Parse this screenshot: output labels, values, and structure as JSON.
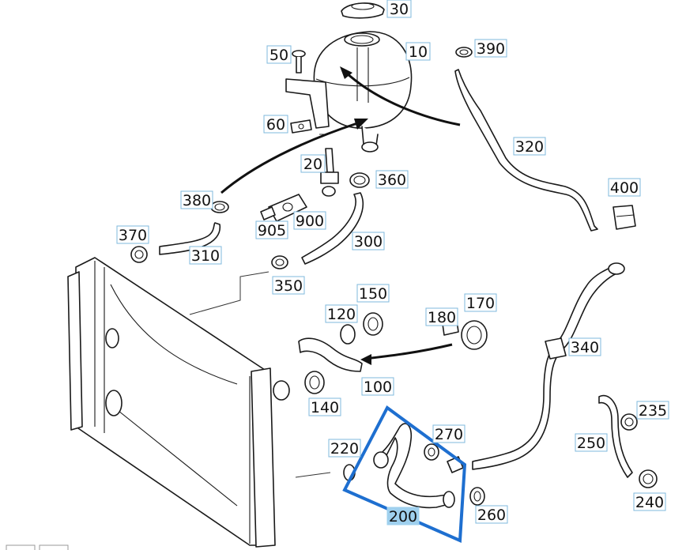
{
  "callouts": [
    {
      "id": "30",
      "label": "30"
    },
    {
      "id": "10",
      "label": "10"
    },
    {
      "id": "50",
      "label": "50"
    },
    {
      "id": "390",
      "label": "390"
    },
    {
      "id": "60",
      "label": "60"
    },
    {
      "id": "320",
      "label": "320"
    },
    {
      "id": "20",
      "label": "20"
    },
    {
      "id": "360",
      "label": "360"
    },
    {
      "id": "380",
      "label": "380"
    },
    {
      "id": "400",
      "label": "400"
    },
    {
      "id": "900",
      "label": "900"
    },
    {
      "id": "905",
      "label": "905"
    },
    {
      "id": "300",
      "label": "300"
    },
    {
      "id": "370",
      "label": "370"
    },
    {
      "id": "310",
      "label": "310"
    },
    {
      "id": "350",
      "label": "350"
    },
    {
      "id": "150",
      "label": "150"
    },
    {
      "id": "120",
      "label": "120"
    },
    {
      "id": "180",
      "label": "180"
    },
    {
      "id": "170",
      "label": "170"
    },
    {
      "id": "340",
      "label": "340"
    },
    {
      "id": "100",
      "label": "100"
    },
    {
      "id": "140",
      "label": "140"
    },
    {
      "id": "235",
      "label": "235"
    },
    {
      "id": "270",
      "label": "270"
    },
    {
      "id": "220",
      "label": "220"
    },
    {
      "id": "250",
      "label": "250"
    },
    {
      "id": "240",
      "label": "240"
    },
    {
      "id": "260",
      "label": "260"
    },
    {
      "id": "200",
      "label": "200"
    }
  ],
  "highlighted_part": "200",
  "colors": {
    "callout_border": "#7fb9dc",
    "highlight_fill": "#9fd0ee",
    "highlight_frame": "#1e6fd0"
  }
}
